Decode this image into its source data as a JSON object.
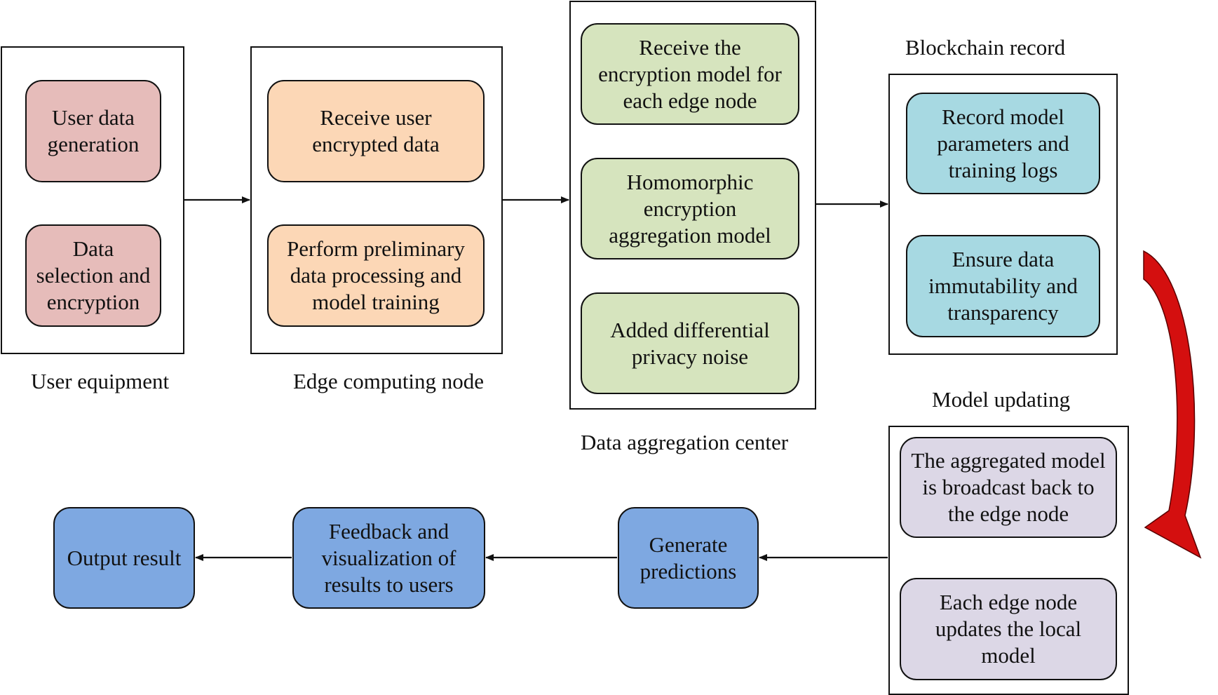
{
  "colors": {
    "user": "#e6bcba",
    "edge": "#fcd7b6",
    "aggregation": "#d6e4be",
    "blockchain": "#a7d9e2",
    "update": "#dcd7e6",
    "output": "#7ea8e1",
    "curved_arrow": "#d40f0f"
  },
  "groups": {
    "user_equipment": {
      "caption": "User equipment",
      "steps": [
        "User data\ngeneration",
        "Data\nselection and\nencryption"
      ]
    },
    "edge_node": {
      "caption": "Edge computing node",
      "steps": [
        "Receive user\nencrypted data",
        "Perform preliminary\ndata processing and\nmodel training"
      ]
    },
    "aggregation_center": {
      "caption": "Data aggregation center",
      "steps": [
        "Receive the\nencryption model for\neach edge node",
        "Homomorphic\nencryption\naggregation model",
        "Added differential\nprivacy noise"
      ]
    },
    "blockchain": {
      "caption": "Blockchain record",
      "steps": [
        "Record model\nparameters and\ntraining logs",
        "Ensure data\nimmutability and\ntransparency"
      ]
    },
    "model_updating": {
      "caption": "Model updating",
      "steps": [
        "The aggregated model\nis broadcast back to\nthe edge node",
        "Each edge node\nupdates the local\nmodel"
      ]
    }
  },
  "output_flow": [
    "Generate\npredictions",
    "Feedback and\nvisualization of\nresults to users",
    "Output result"
  ],
  "icons": {
    "curved_arrow": "curved-down-left-arrow-icon"
  }
}
